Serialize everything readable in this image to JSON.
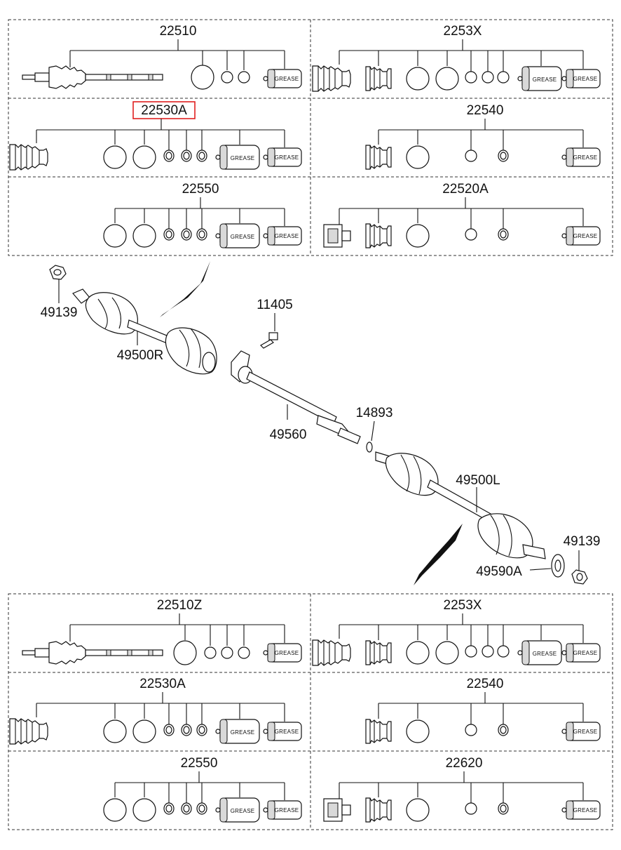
{
  "colors": {
    "line": "#111111",
    "highlight": "#e02020",
    "paper": "#ffffff"
  },
  "kits": {
    "top": {
      "kit_22510": {
        "number": "22510"
      },
      "kit_2253x": {
        "number": "2253X"
      },
      "kit_22530a": {
        "number": "22530A",
        "highlighted": true
      },
      "kit_22540": {
        "number": "22540"
      },
      "kit_22550": {
        "number": "22550"
      },
      "kit_22520a": {
        "number": "22520A"
      }
    },
    "bottom": {
      "kit_22510z": {
        "number": "22510Z"
      },
      "kit_2253x": {
        "number": "2253X"
      },
      "kit_22530a": {
        "number": "22530A"
      },
      "kit_22540": {
        "number": "22540"
      },
      "kit_22550": {
        "number": "22550"
      },
      "kit_22620": {
        "number": "22620"
      }
    }
  },
  "grease_label": "GREASE",
  "callouts": {
    "nut_right": "49139",
    "shaft_right": "49500R",
    "bolt": "11405",
    "intermediate_shaft": "49560",
    "snap_ring": "14893",
    "shaft_left": "49500L",
    "nut_left": "49139",
    "tone_wheel": "49590A"
  }
}
